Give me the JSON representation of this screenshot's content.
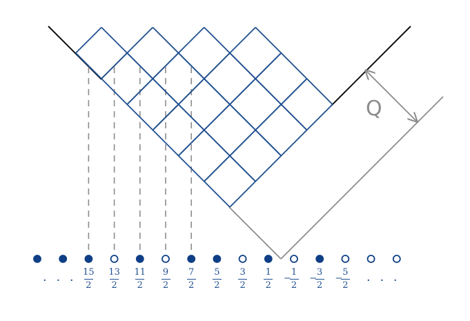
{
  "figure": {
    "q_label": "Q",
    "left_ellipsis": "· · ·",
    "right_ellipsis": "· · ·",
    "colors": {
      "blue": "#1f4f8f",
      "dark_blue": "#0e3f86",
      "gray": "#8c8c8c",
      "black": "#111111"
    }
  },
  "sites": [
    {
      "filled": true
    },
    {
      "filled": true
    },
    {
      "filled": true
    },
    {
      "filled": false
    },
    {
      "filled": true
    },
    {
      "filled": false
    },
    {
      "filled": true
    },
    {
      "filled": true
    },
    {
      "filled": false
    },
    {
      "filled": true
    },
    {
      "filled": false
    },
    {
      "filled": true
    },
    {
      "filled": false
    },
    {
      "filled": false
    },
    {
      "filled": false
    }
  ],
  "labels": [
    {
      "sign": "",
      "num": "15",
      "den": "2"
    },
    {
      "sign": "",
      "num": "13",
      "den": "2"
    },
    {
      "sign": "",
      "num": "11",
      "den": "2"
    },
    {
      "sign": "",
      "num": "9",
      "den": "2"
    },
    {
      "sign": "",
      "num": "7",
      "den": "2"
    },
    {
      "sign": "",
      "num": "5",
      "den": "2"
    },
    {
      "sign": "",
      "num": "3",
      "den": "2"
    },
    {
      "sign": "",
      "num": "1",
      "den": "2"
    },
    {
      "sign": "−",
      "num": "1",
      "den": "2"
    },
    {
      "sign": "−",
      "num": "3",
      "den": "2"
    },
    {
      "sign": "−",
      "num": "5",
      "den": "2"
    }
  ]
}
